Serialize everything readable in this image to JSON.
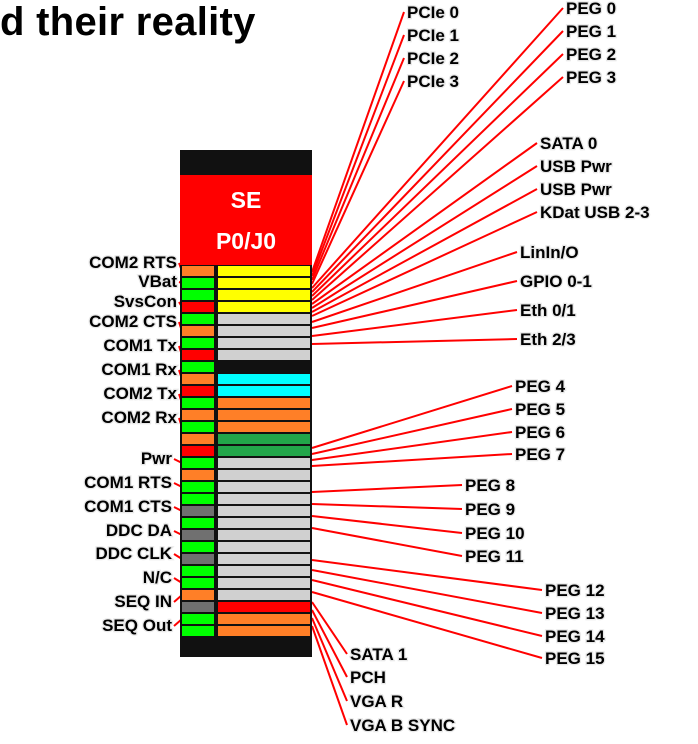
{
  "title": "d their reality",
  "colors": {
    "red": "#ff0000",
    "orange": "#ff7f27",
    "green": "#00ff00",
    "yellow": "#ffff00",
    "gray": "#d0d0d0",
    "cyan": "#00ffff",
    "darkgreen": "#22a64a",
    "darkgray": "#707070",
    "black": "#111111",
    "line": "#ff0000"
  },
  "chip": {
    "label_line1": "SE",
    "label_line2": "P0/J0",
    "left_cells": [
      "orange",
      "green",
      "green",
      "red",
      "green",
      "orange",
      "green",
      "red",
      "green",
      "orange",
      "red",
      "green",
      "orange",
      "green",
      "orange",
      "red",
      "green",
      "orange",
      "green",
      "green",
      "darkgray",
      "green",
      "darkgray",
      "green",
      "darkgray",
      "green",
      "green",
      "orange",
      "darkgray",
      "green",
      "green"
    ],
    "right_cells": [
      "yellow",
      "yellow",
      "yellow",
      "yellow",
      "gray",
      "gray",
      "gray",
      "gray",
      "black",
      "cyan",
      "cyan",
      "orange",
      "orange",
      "orange",
      "darkgreen",
      "darkgreen",
      "gray",
      "gray",
      "gray",
      "gray",
      "gray",
      "gray",
      "gray",
      "gray",
      "gray",
      "gray",
      "gray",
      "gray",
      "red",
      "orange",
      "orange"
    ]
  },
  "left_labels": [
    "COM2 RTS",
    "VBat",
    "SvsCon",
    "COM2 CTS",
    "COM1 Tx",
    "COM1 Rx",
    "COM2 Tx",
    "COM2 Rx",
    "Pwr",
    "COM1 RTS",
    "COM1 CTS",
    "DDC DA",
    "DDC CLK",
    "N/C",
    "SEQ IN",
    "SEQ Out"
  ],
  "right_labels": [
    "PCIe 0",
    "PCIe 1",
    "PCIe 2",
    "PCIe 3",
    "PEG 0",
    "PEG 1",
    "PEG 2",
    "PEG 3",
    "SATA 0",
    "USB Pwr",
    "USB Pwr",
    "KDat USB 2-3",
    "LinIn/O",
    "GPIO 0-1",
    "Eth 0/1",
    "Eth 2/3",
    "PEG 4",
    "PEG 5",
    "PEG 6",
    "PEG 7",
    "PEG 8",
    "PEG 9",
    "PEG 10",
    "PEG 11",
    "PEG 12",
    "PEG 13",
    "PEG 14",
    "PEG 15",
    "SATA 1",
    "PCH",
    "VGA R",
    "VGA B SYNC"
  ]
}
